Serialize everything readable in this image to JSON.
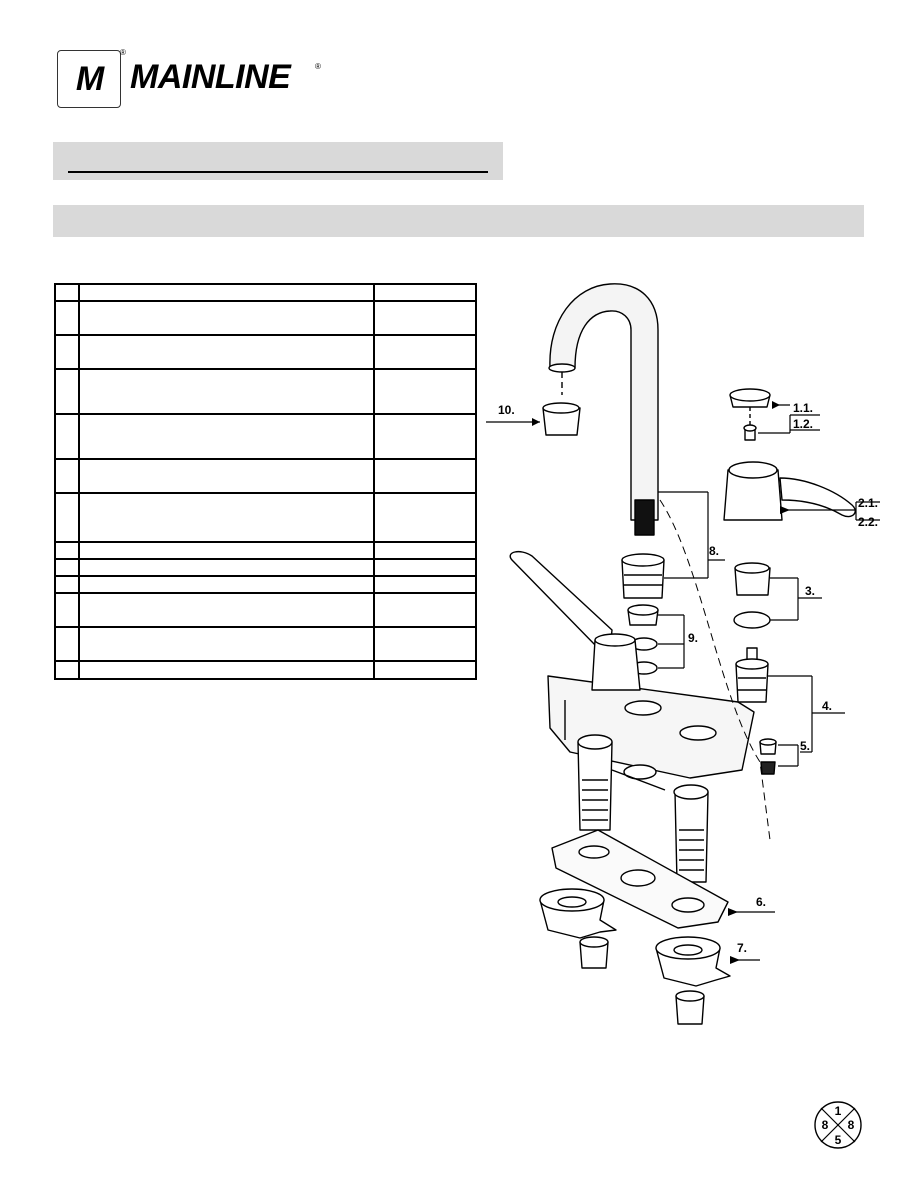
{
  "brand": {
    "name": "MAINLINE",
    "mark": "M",
    "registered": "®"
  },
  "parts_table": {
    "rows": [
      {
        "h": 17
      },
      {
        "h": 34
      },
      {
        "h": 34
      },
      {
        "h": 45
      },
      {
        "h": 45
      },
      {
        "h": 34
      },
      {
        "h": 49
      },
      {
        "h": 17
      },
      {
        "h": 17
      },
      {
        "h": 17
      },
      {
        "h": 34
      },
      {
        "h": 34
      },
      {
        "h": 18
      }
    ]
  },
  "callouts": [
    {
      "id": "1.1",
      "label": "1.1."
    },
    {
      "id": "1.2",
      "label": "1.2."
    },
    {
      "id": "2.1",
      "label": "2.1."
    },
    {
      "id": "2.2",
      "label": "2.2."
    },
    {
      "id": "3",
      "label": "3."
    },
    {
      "id": "4",
      "label": "4."
    },
    {
      "id": "5",
      "label": "5."
    },
    {
      "id": "6",
      "label": "6."
    },
    {
      "id": "7",
      "label": "7."
    },
    {
      "id": "8",
      "label": "8."
    },
    {
      "id": "9",
      "label": "9."
    },
    {
      "id": "10",
      "label": "10."
    }
  ],
  "badge": {
    "top": "1",
    "left": "8",
    "right": "8",
    "bottom": "5"
  }
}
